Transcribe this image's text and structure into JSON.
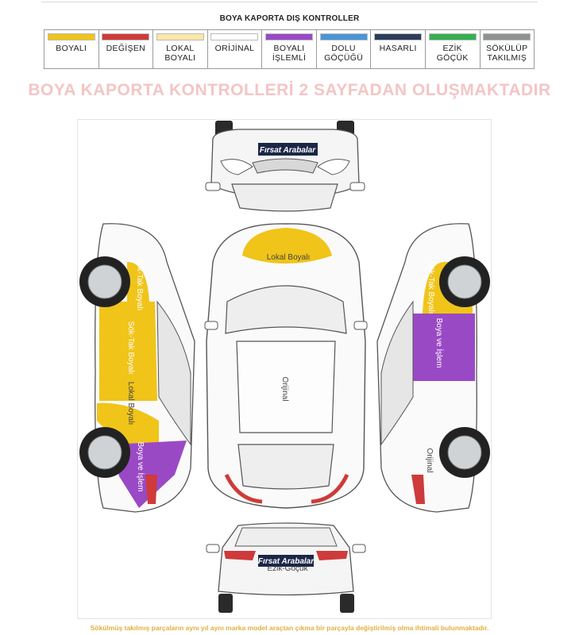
{
  "legend_title": "BOYA KAPORTA DIŞ KONTROLLER",
  "legend": [
    {
      "label": "BOYALI",
      "color": "#f0c419"
    },
    {
      "label": "DEĞİŞEN",
      "color": "#cf3a3a"
    },
    {
      "label": "LOKAL\nBOYALI",
      "color": "#fbe7a6"
    },
    {
      "label": "ORİJİNAL",
      "color": "#ffffff"
    },
    {
      "label": "BOYALI\nİŞLEMLİ",
      "color": "#9a49c5"
    },
    {
      "label": "DOLU\nGÖÇÜĞÜ",
      "color": "#4a94d8"
    },
    {
      "label": "HASARLI",
      "color": "#2c3e5a"
    },
    {
      "label": "EZİK\nGÖÇÜK",
      "color": "#34b04f"
    },
    {
      "label": "SÖKÜLÜP\nTAKILMIŞ",
      "color": "#8e9192"
    }
  ],
  "headline": "BOYA KAPORTA KONTROLLERİ 2 SAYFADAN OLUŞMAKTADIR",
  "diagram": {
    "brand": "Fırsat Arabalar",
    "roof_label": "Lokal Boyalı",
    "center_label": "Orijinal",
    "rear_label": "Ezik-Göçük",
    "left_labels": [
      "Sök-Tak Boyalı",
      "Sök-Tak Boyalı",
      "Lokal Boyalı",
      "Boya ve İşlem"
    ],
    "right_labels": [
      "Sök-Tak Boyalı",
      "Boya ve İşlem",
      "Orijinal"
    ]
  },
  "footer": "Sökülmüş takılmış parçaların aynı yıl aynı marka model araçtan çıkma bir parçayla değiştirilmiş olma ihtimali bulunmaktadır."
}
